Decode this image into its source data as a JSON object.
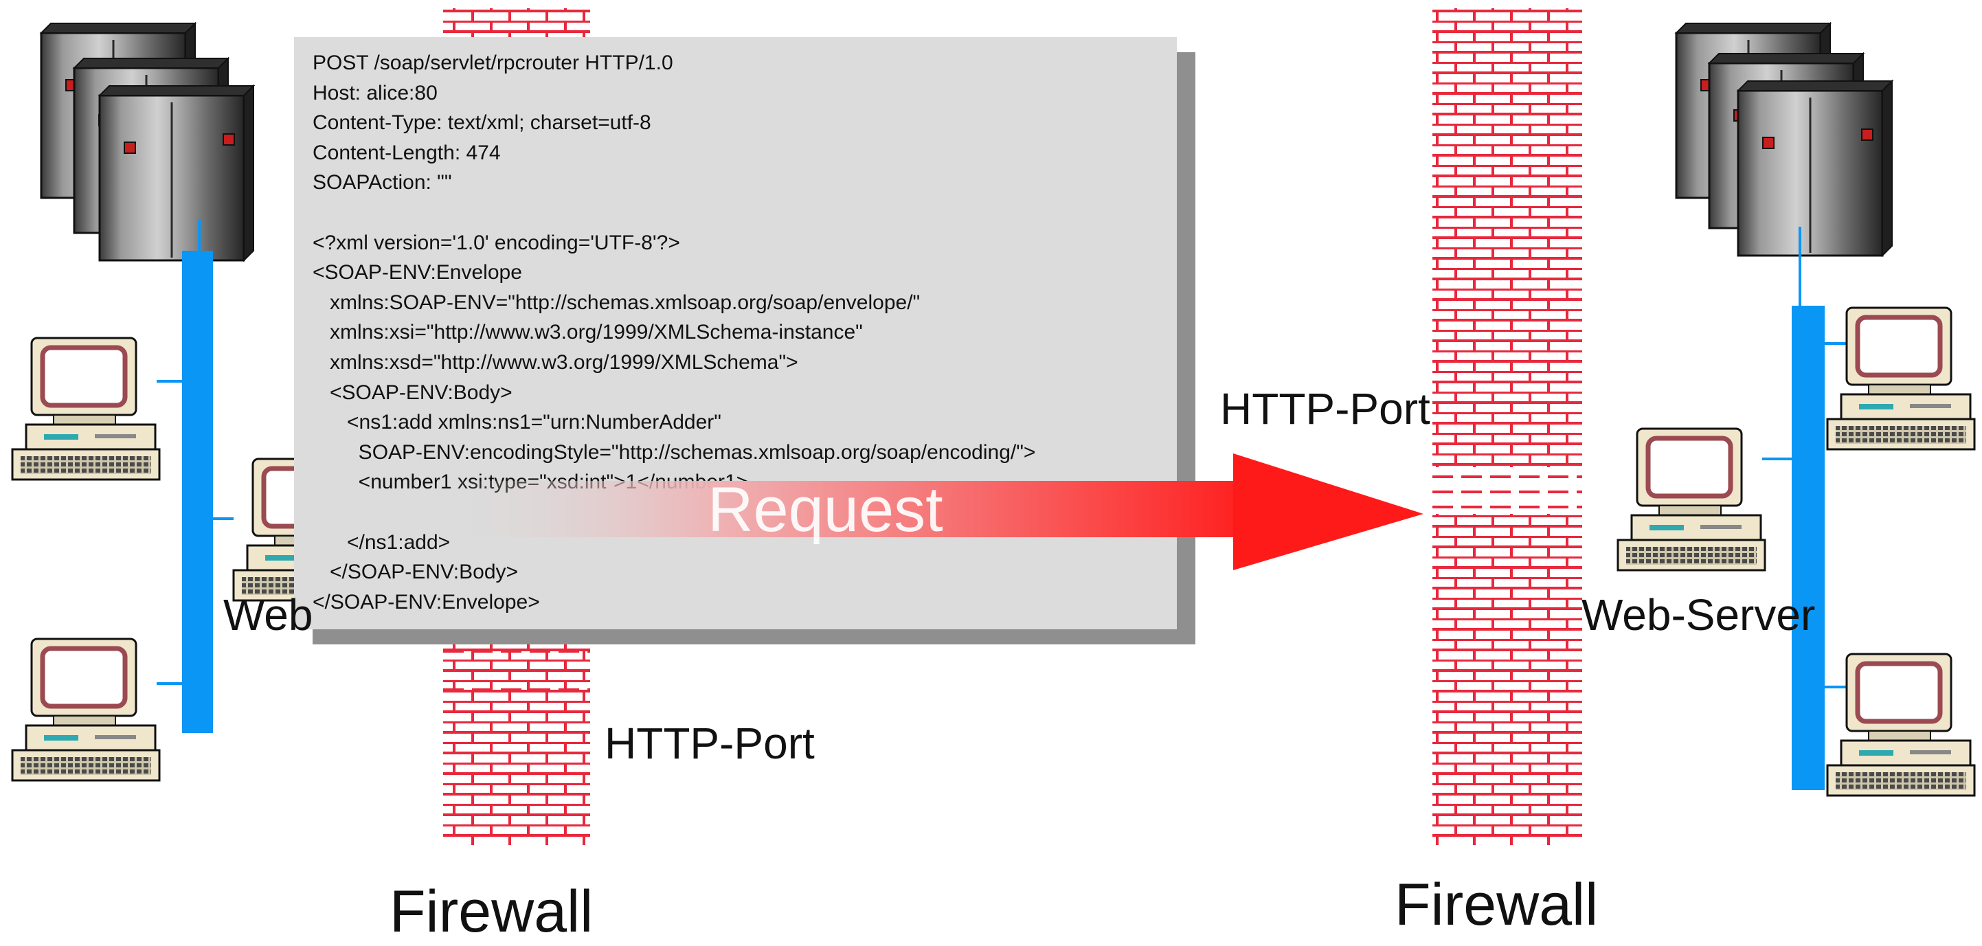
{
  "labels": {
    "left_firewall": "Firewall",
    "right_firewall": "Firewall",
    "left_port": "HTTP-Port",
    "right_port": "HTTP-Port",
    "left_webserver": "Web",
    "right_webserver": "Web-Server",
    "arrow": "Request"
  },
  "message_lines": [
    "POST /soap/servlet/rpcrouter HTTP/1.0",
    "Host: alice:80",
    "Content-Type: text/xml; charset=utf-8",
    "Content-Length: 474",
    "SOAPAction: \"\"",
    "",
    "<?xml version='1.0' encoding='UTF-8'?>",
    "<SOAP-ENV:Envelope",
    "   xmlns:SOAP-ENV=\"http://schemas.xmlsoap.org/soap/envelope/\"",
    "   xmlns:xsi=\"http://www.w3.org/1999/XMLSchema-instance\"",
    "   xmlns:xsd=\"http://www.w3.org/1999/XMLSchema\">",
    "   <SOAP-ENV:Body>",
    "      <ns1:add xmlns:ns1=\"urn:NumberAdder\"",
    "        SOAP-ENV:encodingStyle=\"http://schemas.xmlsoap.org/soap/encoding/\">",
    "        <number1 xsi:type=\"xsd:int\">1</number1>",
    "",
    "      </ns1:add>",
    "   </SOAP-ENV:Body>",
    "</SOAP-ENV:Envelope>"
  ],
  "colors": {
    "firewall": "#e8283c",
    "lan_bus": "#0a96f5",
    "arrow_head": "#ff1a1a",
    "message_bg": "#dcdcdc",
    "message_shadow": "#8f8f8f"
  },
  "icons": [
    "server-cluster-icon",
    "desktop-computer-icon",
    "firewall-brick-icon",
    "request-arrow-icon"
  ]
}
